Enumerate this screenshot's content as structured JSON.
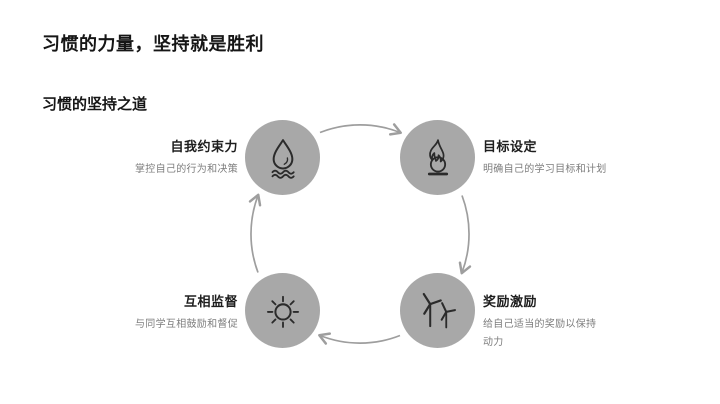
{
  "slide": {
    "title": "习惯的力量，坚持就是胜利",
    "subtitle": "习惯的坚持之道"
  },
  "diagram": {
    "type": "cycle",
    "flow": "clockwise",
    "nodes": [
      {
        "label": "自我约束力",
        "description": "掌控自己的行为和决策",
        "icon": "water-drop-icon",
        "position": "top-left"
      },
      {
        "label": "目标设定",
        "description": "明确自己的学习目标和计划",
        "icon": "flame-icon",
        "position": "top-right"
      },
      {
        "label": "奖励激励",
        "description": "给自己适当的奖励以保持动力",
        "icon": "wind-turbine-icon",
        "position": "bottom-right"
      },
      {
        "label": "互相监督",
        "description": "与同学互相鼓励和督促",
        "icon": "sun-icon",
        "position": "bottom-left"
      }
    ],
    "colors": {
      "background": "#ffffff",
      "title_text": "#161616",
      "label_text": "#1e1e1e",
      "description_text": "#7d7d7d",
      "node_circle": "#a8a8a8",
      "icon_stroke": "#2b2b2b",
      "arrow": "#9e9e9e"
    }
  }
}
